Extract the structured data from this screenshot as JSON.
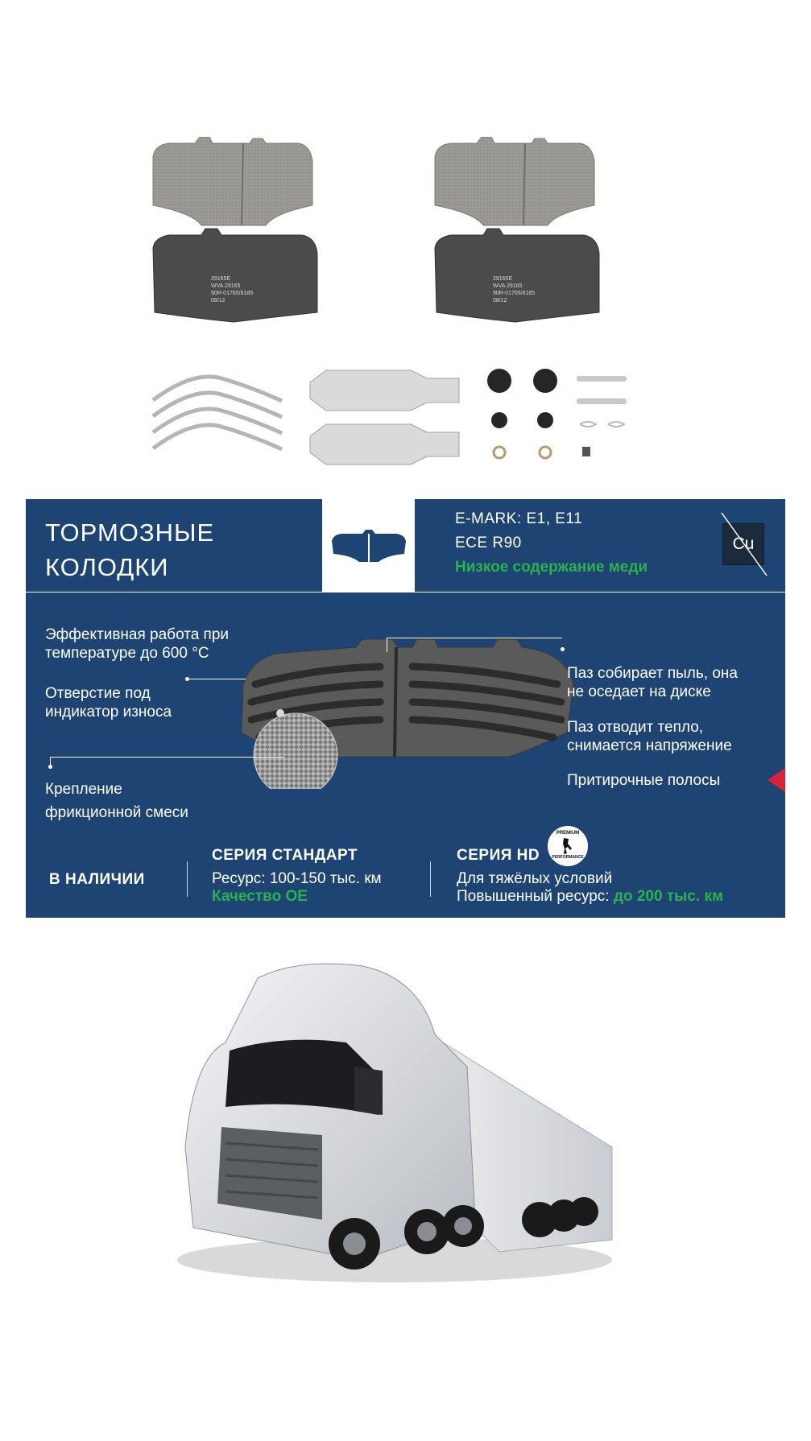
{
  "pad_stamp": {
    "line1": "29165E",
    "line2": "WVA  29165",
    "line3": "90R-01765/8185",
    "line4": "08/12"
  },
  "header": {
    "title_line1": "ТОРМОЗНЫЕ",
    "title_line2": "КОЛОДКИ",
    "emark": "E-MARK: E1, E11",
    "ece": "ECE R90",
    "copper_note": "Низкое содержание меди",
    "cu_symbol": "Cu"
  },
  "features": {
    "left": [
      {
        "line1": "Эффективная работа при",
        "line2": "температуре до 600 °C"
      },
      {
        "line1": "Отверстие под",
        "line2": "индикатор износа"
      },
      {
        "line1": "Крепление",
        "line2": "фрикционной смеси"
      }
    ],
    "right": [
      {
        "line1": "Паз собирает пыль, она",
        "line2": "не оседает на диске"
      },
      {
        "line1": "Паз отводит тепло,",
        "line2": "снимается напряжение"
      },
      {
        "line1": "Притирочные полосы",
        "line2": ""
      }
    ]
  },
  "footer": {
    "availability": "В НАЛИЧИИ",
    "standard": {
      "heading": "СЕРИЯ СТАНДАРТ",
      "resource": "Ресурс: 100-150 тыс. км",
      "quality": "Качество OE"
    },
    "hd": {
      "heading": "СЕРИЯ HD",
      "conditions": "Для тяжёлых условий",
      "resource_prefix": "Повышенный ресурс:",
      "resource_value": "до 200 тыс. км",
      "badge_top": "PREMIUM",
      "badge_bottom": "PERFORMANCE"
    }
  },
  "colors": {
    "banner": "#1d4473",
    "accent_green": "#2bb24c",
    "accent_red": "#d8243a"
  }
}
